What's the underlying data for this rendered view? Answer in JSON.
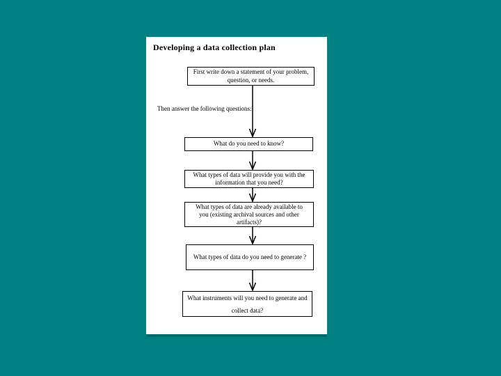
{
  "slide": {
    "title": "Developing a data collection plan",
    "note": "Then answer the following questions:",
    "boxes": [
      {
        "text": "First write down a statement of your problem,\nquestion, or needs."
      },
      {
        "text": "What do you need to know?"
      },
      {
        "text": "What types of data will provide you with the\ninformation that you need?"
      },
      {
        "text": "What types of data are already available to\nyou  (existing archival sources and other\nartifacts)?"
      },
      {
        "text": "What types of data do you need to generate ?"
      },
      {
        "text": "What instruments will you need to generate and\ncollect data?"
      }
    ],
    "colors": {
      "background_teal": "#008080",
      "slide_background": "#ffffff",
      "text": "#000000",
      "box_border": "#000000"
    }
  }
}
